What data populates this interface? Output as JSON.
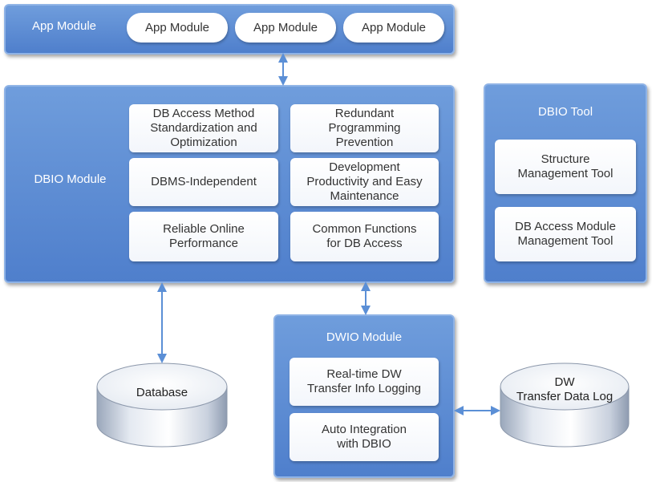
{
  "app_module": {
    "title": "App Module",
    "items": [
      "App Module",
      "App Module",
      "App Module"
    ]
  },
  "dbio_module": {
    "title": "DBIO Module",
    "features": [
      "DB Access Method\nStandardization and\nOptimization",
      "Redundant\nProgramming\nPrevention",
      "DBMS-Independent",
      "Development\nProductivity and Easy\nMaintenance",
      "Reliable Online\nPerformance",
      "Common Functions\nfor DB Access"
    ]
  },
  "dbio_tool": {
    "title": "DBIO Tool",
    "items": [
      "Structure\nManagement  Tool",
      "DB Access Module\nManagement  Tool"
    ]
  },
  "dwio_module": {
    "title": "DWIO Module",
    "items": [
      "Real-time DW\nTransfer Info Logging",
      "Auto Integration\nwith DBIO"
    ]
  },
  "database": {
    "label": "Database"
  },
  "dw_log": {
    "label": "DW\nTransfer Data Log"
  },
  "colors": {
    "panel": "#5a89d2",
    "arrow": "#5b8fd6",
    "card": "#ffffff"
  }
}
